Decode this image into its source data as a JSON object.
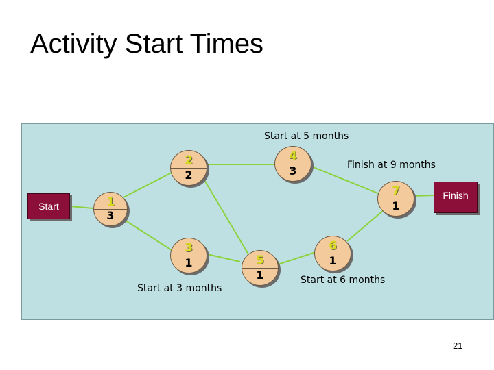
{
  "title": "Activity Start Times",
  "page_number": "21",
  "colors": {
    "panel_bg": "#bfe0e2",
    "node_fill": "#f2ca9c",
    "edge": "#8cd23c",
    "terminal_fill": "#8c0f3a",
    "activity_number": "#d8d820"
  },
  "terminals": {
    "start": "Start",
    "finish": "Finish"
  },
  "nodes": [
    {
      "id": "1",
      "duration": "3"
    },
    {
      "id": "2",
      "duration": "2"
    },
    {
      "id": "3",
      "duration": "1"
    },
    {
      "id": "4",
      "duration": "3"
    },
    {
      "id": "5",
      "duration": "1"
    },
    {
      "id": "6",
      "duration": "1"
    },
    {
      "id": "7",
      "duration": "1"
    }
  ],
  "edges": [
    [
      "start",
      "1"
    ],
    [
      "1",
      "2"
    ],
    [
      "1",
      "3"
    ],
    [
      "2",
      "4"
    ],
    [
      "2",
      "5"
    ],
    [
      "3",
      "5"
    ],
    [
      "4",
      "7"
    ],
    [
      "5",
      "6"
    ],
    [
      "6",
      "7"
    ],
    [
      "7",
      "finish"
    ]
  ],
  "annotations": {
    "start_5": "Start at 5 months",
    "finish_9": "Finish at 9 months",
    "start_3": "Start at 3 months",
    "start_6": "Start at 6 months"
  }
}
